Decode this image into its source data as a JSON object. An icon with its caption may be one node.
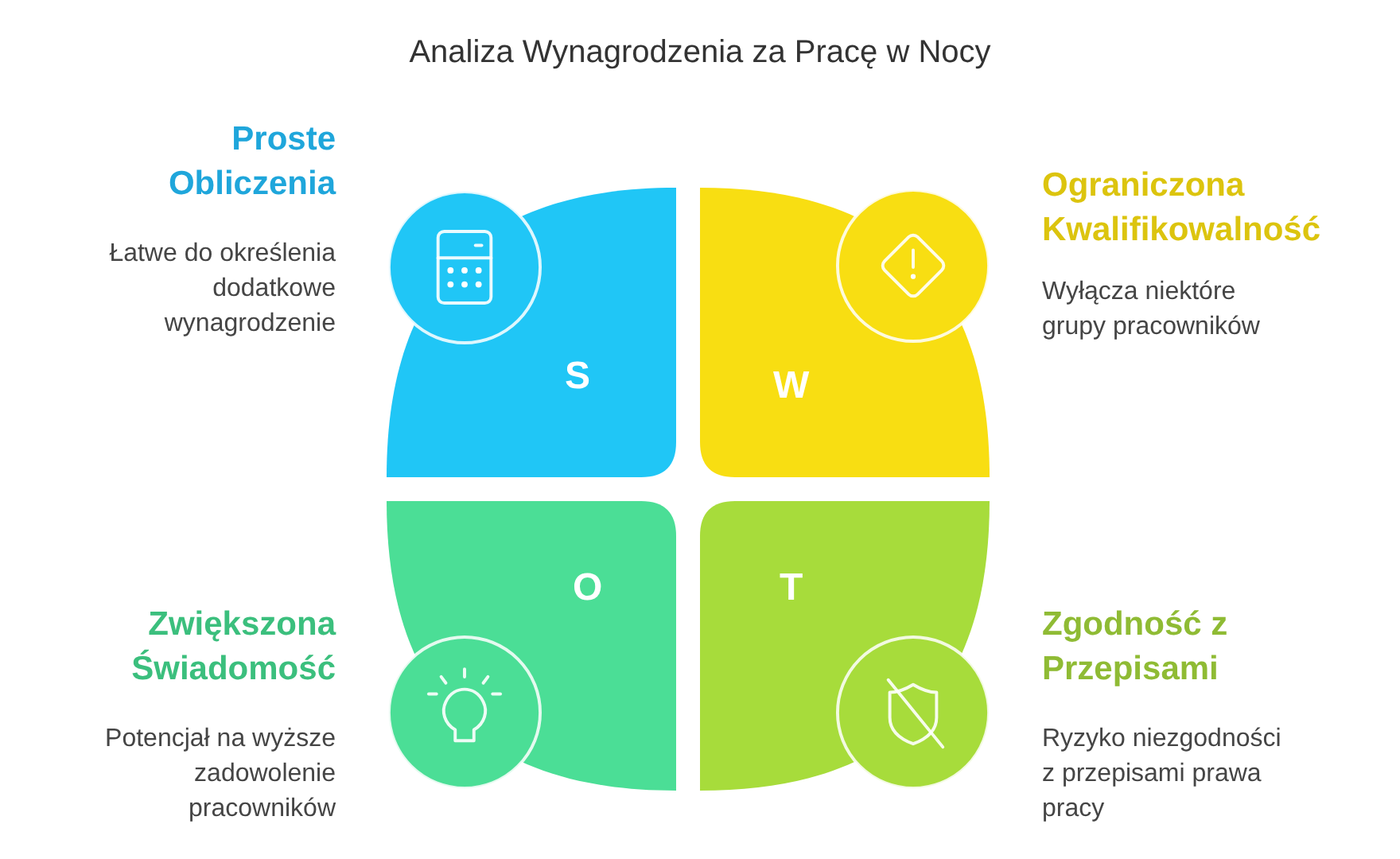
{
  "diagram": {
    "title": "Analiza Wynagrodzenia za Pracę w Nocy",
    "nodes": [
      {
        "text": [
          "S"
        ],
        "beside": [
          "Proste Obliczenia",
          "Łatwe do określenia dodatkowe wynagrodzenie"
        ]
      },
      {
        "text": [
          "W"
        ],
        "beside": [
          "Ograniczona Kwalifikowalność",
          "Wyłącza niektóre grupy pracowników"
        ]
      },
      {
        "text": [
          "O"
        ],
        "beside": [
          "Zwiększona Świadomość",
          "Potencjał na wyższe zadowolenie pracowników"
        ]
      },
      {
        "text": [
          "T"
        ],
        "beside": [
          "Zgodność z Przepisami",
          "Ryzyko niezgodności z przepisami prawa pracy"
        ]
      }
    ]
  }
}
